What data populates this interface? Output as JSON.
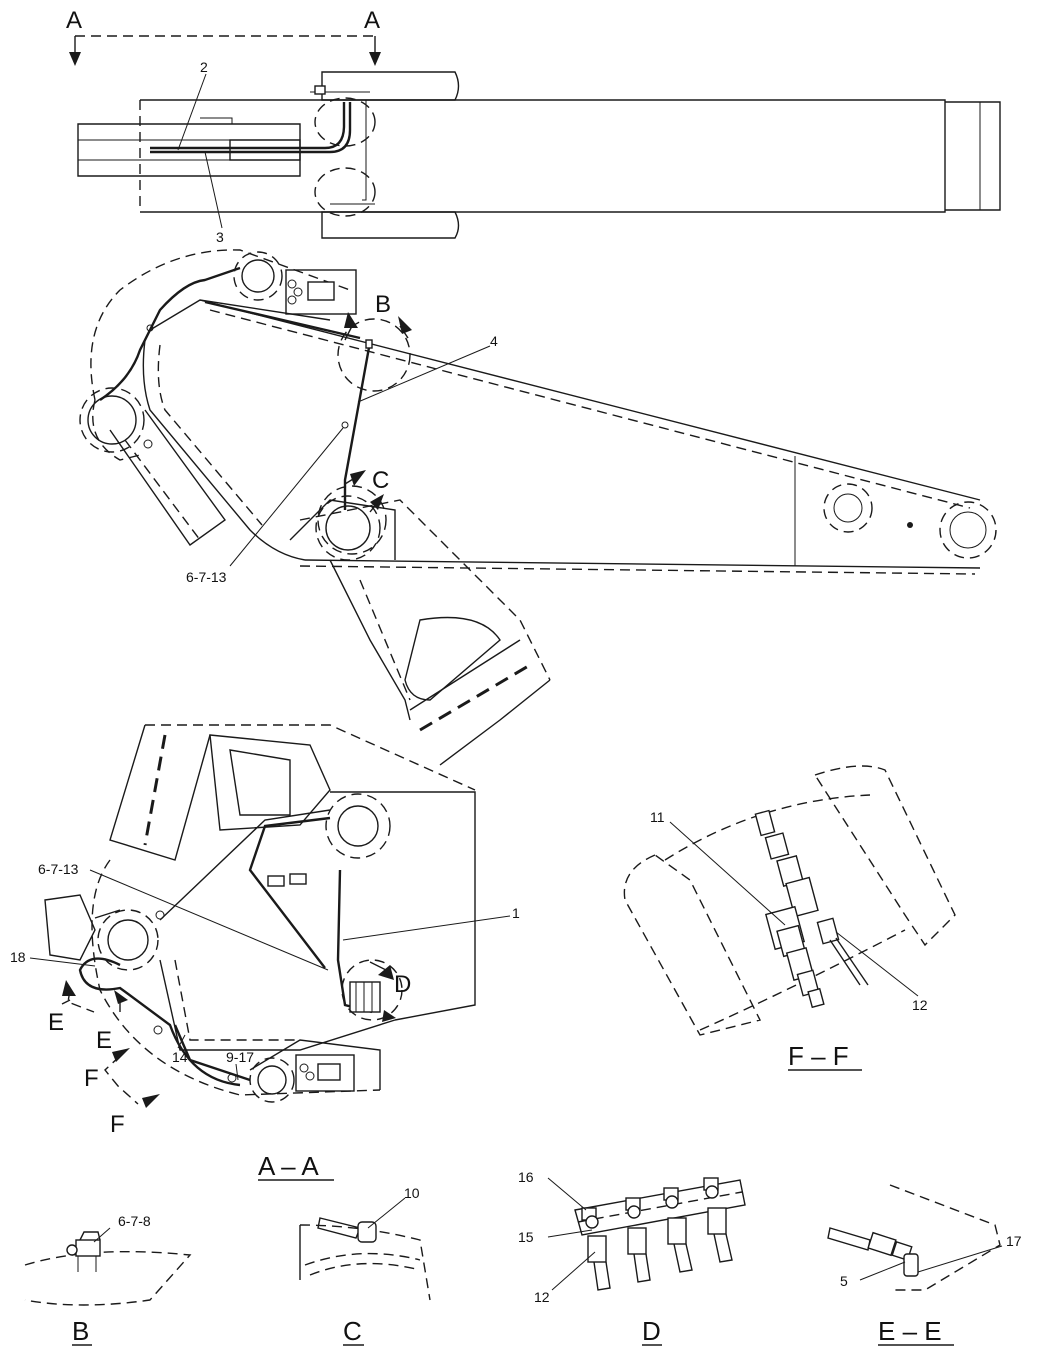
{
  "section_marks": {
    "left": "A",
    "right": "A"
  },
  "callouts": {
    "c2": "2",
    "c3": "3",
    "c4": "4",
    "c6713_top": "6-7-13",
    "c6713_aa": "6-7-13",
    "c1": "1",
    "c18": "18",
    "c14": "14",
    "c917": "9-17",
    "c11": "11",
    "c12_ff": "12",
    "c678": "6-7-8",
    "c10": "10",
    "c16": "16",
    "c15": "15",
    "c12_d": "12",
    "c5": "5",
    "c17": "17"
  },
  "detail_marks": {
    "B": "B",
    "C": "C",
    "D": "D",
    "E1": "E",
    "E2": "E",
    "F1": "F",
    "F2": "F"
  },
  "view_labels": {
    "aa": "A – A",
    "ff": "F – F",
    "b": "B",
    "c": "C",
    "d": "D",
    "ee": "E – E"
  }
}
